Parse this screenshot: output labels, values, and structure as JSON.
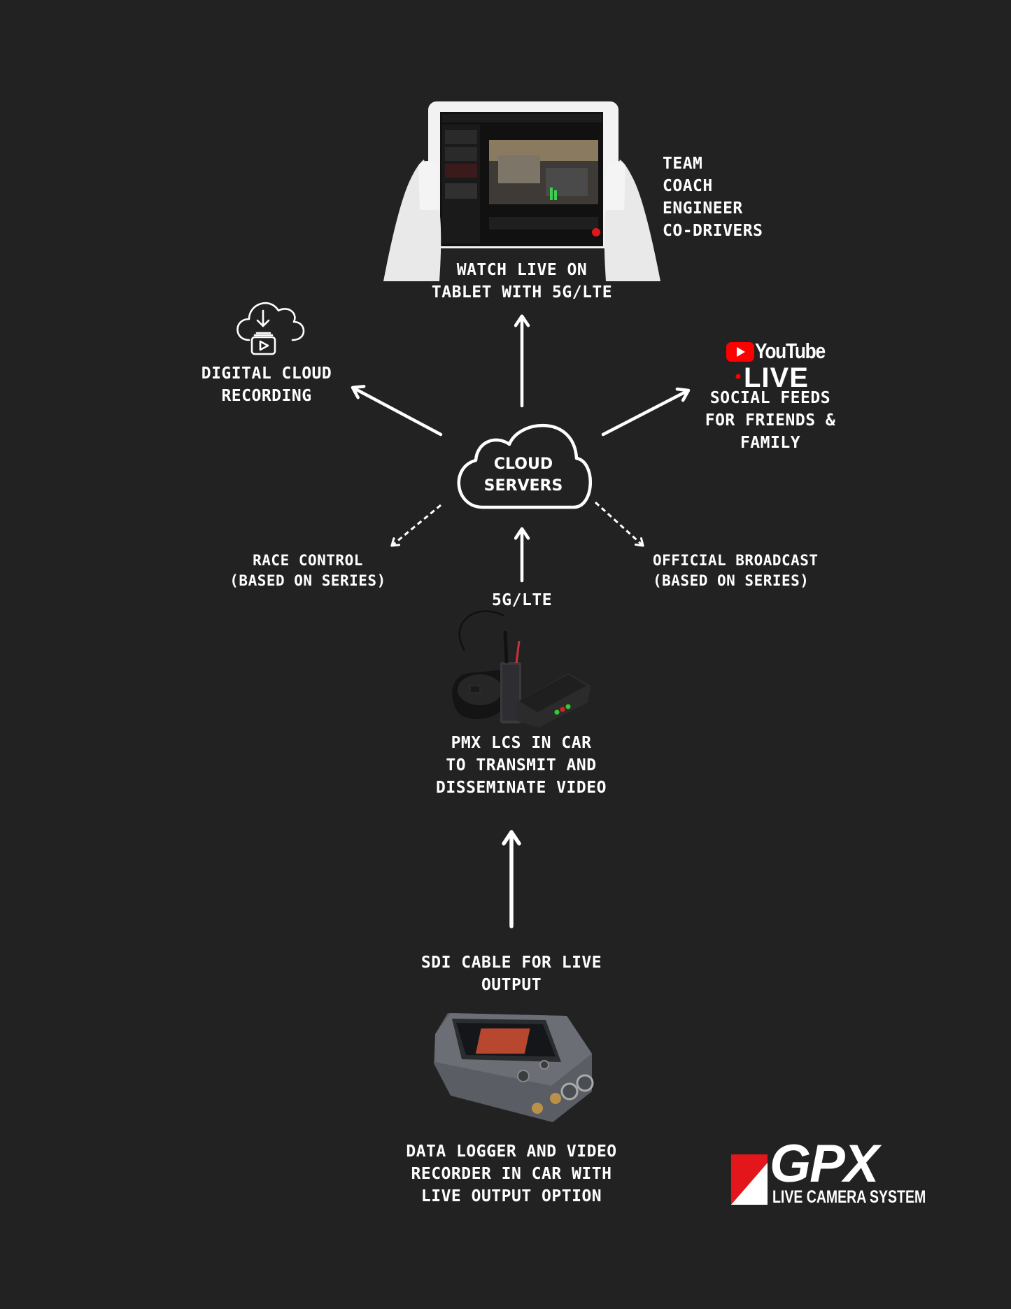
{
  "tablet": {
    "caption": [
      "WATCH LIVE ON",
      "TABLET WITH 5G/LTE"
    ],
    "audience": [
      "TEAM",
      "COACH",
      "ENGINEER",
      "CO-DRIVERS"
    ]
  },
  "cloud_recording": {
    "label": [
      "DIGITAL CLOUD",
      "RECORDING"
    ]
  },
  "youtube": {
    "brand": "YouTube",
    "live": "LIVE",
    "label": [
      "SOCIAL FEEDS",
      "FOR FRIENDS &",
      "FAMILY"
    ]
  },
  "cloud_servers": {
    "label": [
      "CLOUD",
      "SERVERS"
    ]
  },
  "race_control": {
    "label": [
      "RACE CONTROL",
      "(BASED ON SERIES)"
    ]
  },
  "broadcast": {
    "label": [
      "OFFICIAL BROADCAST",
      "(BASED ON SERIES)"
    ]
  },
  "uplink": {
    "label": "5G/LTE"
  },
  "pmx": {
    "label": [
      "PMX LCS IN CAR",
      "TO TRANSMIT AND",
      "DISSEMINATE VIDEO"
    ]
  },
  "sdi": {
    "label": [
      "SDI CABLE FOR LIVE",
      "OUTPUT"
    ]
  },
  "logger": {
    "label": [
      "DATA LOGGER AND VIDEO",
      "RECORDER IN CAR WITH",
      "LIVE OUTPUT OPTION"
    ]
  },
  "brand": {
    "name": "GPX",
    "tagline": "LIVE CAMERA SYSTEM"
  },
  "colors": {
    "background": "#222222",
    "foreground": "#ffffff",
    "youtube_red": "#ff0000",
    "gpx_red": "#e3161b"
  }
}
